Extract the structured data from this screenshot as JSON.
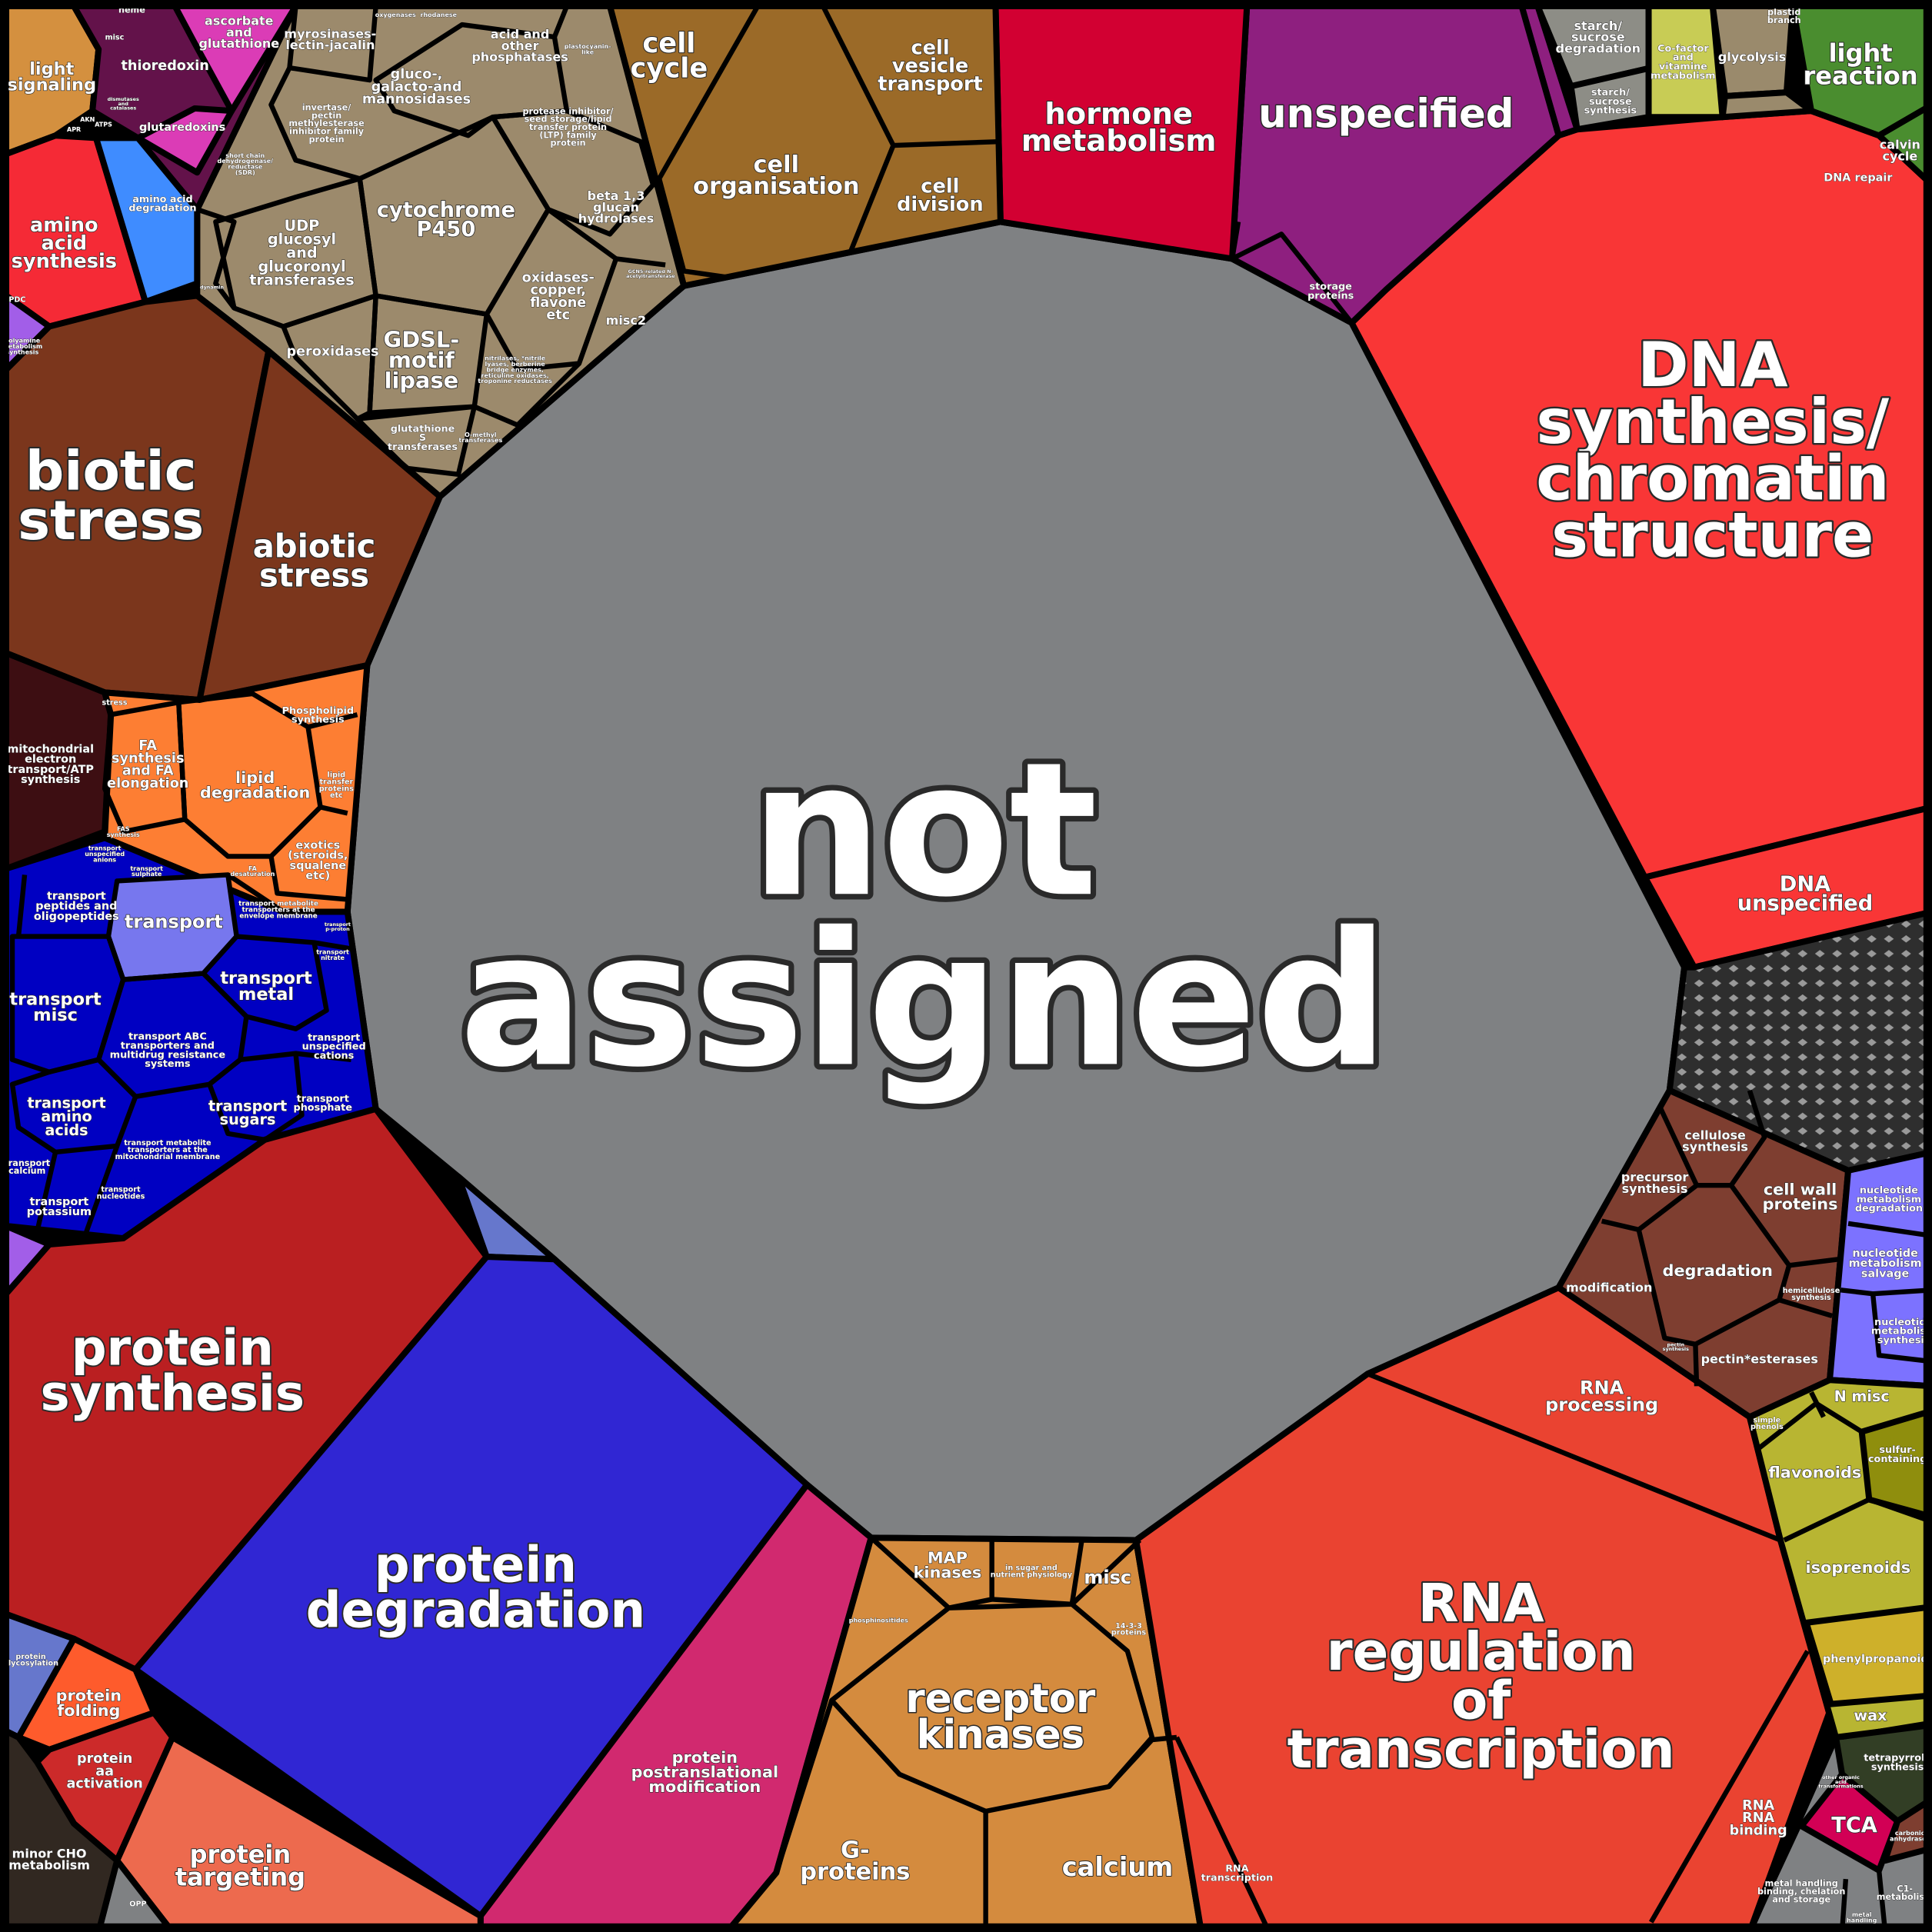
{
  "colors": {
    "not_assigned": "#7f8183",
    "dna": "#f93636",
    "hormone": "#d20032",
    "unspecified": "#8e1f7f",
    "cell": "#9b6a28",
    "misc_tan": "#9c8a6c",
    "stress": "#7b361c",
    "mito": "#3d0e12",
    "lipid": "#fd7e33",
    "transport": "#0000c2",
    "transport_light": "#7777ee",
    "protein_synthesis": "#ba1f21",
    "protein_degradation": "#3026d3",
    "ptm": "#d1296f",
    "protein_targeting": "#ed6a4e",
    "protein_folding": "#fe5b2c",
    "aa_activation": "#cc2a2a",
    "glycosylation": "#6677cc",
    "minor_cho": "#312821",
    "signalling": "#d48b3e",
    "rna": "#ea4331",
    "cell_wall": "#7e3e30",
    "nucleotide": "#7c72ff",
    "secondary": "#b8b532",
    "sulfur": "#8f8e0d",
    "phenylpropanoids": "#ceb02a",
    "tetrapyrrole": "#323e25",
    "tca": "#d20055",
    "metal": "#7f8183",
    "light_reaction": "#4a8d2f",
    "cofactor": "#c8cc55",
    "starch": "#8d8d86",
    "glycolysis": "#9a8a6c",
    "light_signaling": "#d4903f",
    "amino_acid": "#f52a36",
    "aa_degradation": "#3f8cff",
    "thioredoxin": "#63124a",
    "ascorbate": "#db3cb6",
    "polyamine": "#a25ee8",
    "hatched": "#2e2e2e"
  },
  "labels": {
    "not_assigned": [
      "not",
      "assigned"
    ],
    "dna_synthesis": [
      "DNA",
      "synthesis/",
      "chromatin",
      "structure"
    ],
    "dna_unspecified": [
      "DNA",
      "unspecified"
    ],
    "dna_repair": [
      "DNA repair"
    ],
    "hormone": [
      "hormone",
      "metabolism"
    ],
    "unspecified": [
      "unspecified"
    ],
    "storage_proteins": [
      "storage",
      "proteins"
    ],
    "light_reaction": [
      "light",
      "reaction"
    ],
    "calvin": [
      "calvin",
      "cycle"
    ],
    "glycolysis": [
      "glycolysis"
    ],
    "cofactor": [
      "Co-factor",
      "and",
      "vitamine",
      "metabolism"
    ],
    "starch_deg": [
      "starch/",
      "sucrose",
      "degradation"
    ],
    "starch_syn": [
      "starch/",
      "sucrose",
      "synthesis"
    ],
    "plastid_branch": [
      "plastid",
      "branch"
    ],
    "cell_cycle": [
      "cell",
      "cycle"
    ],
    "cell_organisation": [
      "cell",
      "organisation"
    ],
    "cell_vesicle": [
      "cell",
      "vesicle",
      "transport"
    ],
    "cell_division": [
      "cell",
      "division"
    ],
    "biotic": [
      "biotic",
      "stress"
    ],
    "abiotic": [
      "abiotic",
      "stress"
    ],
    "stress": [
      "stress"
    ],
    "cytochrome": [
      "cytochrome",
      "P450"
    ],
    "udp": [
      "UDP",
      "glucosyl",
      "and",
      "glucoronyl",
      "transferases"
    ],
    "gdsl": [
      "GDSL-",
      "motif",
      "lipase"
    ],
    "peroxidases": [
      "peroxidases"
    ],
    "gluco": [
      "gluco-,",
      "galacto-and",
      "mannosidases"
    ],
    "myrosinases": [
      "myrosinases-",
      "lectin-jacalin"
    ],
    "acid_phosphatases": [
      "acid and",
      "other",
      "phosphatases"
    ],
    "protease_inhibitor": [
      "protease inhibitor/",
      "seed storage/lipid",
      "transfer protein",
      "(LTP) family",
      "protein"
    ],
    "beta_glucan": [
      "beta 1,3",
      "glucan",
      "hydrolases"
    ],
    "oxidases": [
      "oxidases-",
      "copper,",
      "flavone",
      "etc"
    ],
    "misc2": [
      "misc2"
    ],
    "invertase": [
      "invertase/",
      "pectin",
      "methylesterase",
      "inhibitor family",
      "protein"
    ],
    "short_chain": [
      "short chain",
      "dehydrogenase/",
      "reductase",
      "(SDR)"
    ],
    "glutathione_s": [
      "glutathione",
      "S",
      "transferases"
    ],
    "nitrilases": [
      "nitrilases, *nitrile",
      "lyases, berberine",
      "bridge enzymes,",
      "reticuline oxidases,",
      "troponine reductases"
    ],
    "o_methyl": [
      "O-methyl",
      "transferases"
    ],
    "plastocyanin": [
      "plastocyanin-",
      "like"
    ],
    "dynamin": [
      "dynamin"
    ],
    "oxygenases": [
      "oxygenases"
    ],
    "rhodanese": [
      "rhodanese"
    ],
    "gcn5": [
      "GCN5-related N-",
      "acetyltransferase"
    ],
    "thioredoxin": [
      "thioredoxin"
    ],
    "ascorbate": [
      "ascorbate",
      "and",
      "glutathione"
    ],
    "glutaredoxins": [
      "glutaredoxins"
    ],
    "heme": [
      "heme"
    ],
    "redox_misc": [
      "misc"
    ],
    "dismutases": [
      "dismutases",
      "and",
      "catalases"
    ],
    "light_signaling": [
      "light",
      "signaling"
    ],
    "amino_acid_synthesis": [
      "amino",
      "acid",
      "synthesis"
    ],
    "amino_acid_degradation": [
      "amino acid",
      "degradation"
    ],
    "apr": [
      "APR"
    ],
    "akn": [
      "AKN"
    ],
    "atps": [
      "ATPS"
    ],
    "pdc": [
      "PDC"
    ],
    "polyamine": [
      "polyamine",
      "metabolism",
      "synthesis"
    ],
    "mito": [
      "mitochondrial",
      "electron",
      "transport/ATP",
      "synthesis"
    ],
    "fa_synthesis": [
      "FA",
      "synthesis",
      "and FA",
      "elongation"
    ],
    "lipid_degradation": [
      "lipid",
      "degradation"
    ],
    "phospholipid": [
      "Phospholipid",
      "synthesis"
    ],
    "exotics": [
      "exotics",
      "(steroids,",
      "squalene",
      "etc)"
    ],
    "lipid_transfer": [
      "lipid",
      "transfer",
      "proteins",
      "etc"
    ],
    "fa_desaturation": [
      "FA",
      "desaturation"
    ],
    "fas": [
      "FAS",
      "synthesis"
    ],
    "transport": [
      "transport"
    ],
    "transport_metal": [
      "transport",
      "metal"
    ],
    "transport_misc": [
      "transport",
      "misc"
    ],
    "transport_abc": [
      "transport ABC",
      "transporters and",
      "multidrug resistance",
      "systems"
    ],
    "transport_sugars": [
      "transport",
      "sugars"
    ],
    "transport_amino_acids": [
      "transport",
      "amino",
      "acids"
    ],
    "transport_peptides": [
      "transport",
      "peptides and",
      "oligopeptides"
    ],
    "transport_cations": [
      "transport",
      "unspecified",
      "cations"
    ],
    "transport_phosphate": [
      "transport",
      "phosphate"
    ],
    "transport_potassium": [
      "transport",
      "potassium"
    ],
    "transport_calcium": [
      "transport",
      "calcium"
    ],
    "transport_nucleotides": [
      "transport",
      "nucleotides"
    ],
    "transport_mito_membrane": [
      "transport metabolite",
      "transporters at the",
      "mitochondrial membrane"
    ],
    "transport_envelope": [
      "transport metabolite",
      "transporters at the",
      "envelope membrane"
    ],
    "transport_anions": [
      "transport",
      "unspecified",
      "anions"
    ],
    "transport_sulphate": [
      "transport",
      "sulphate"
    ],
    "transport_nitrate": [
      "transport",
      "nitrate"
    ],
    "transport_proton": [
      "transport",
      "p-proton"
    ],
    "protein_synthesis": [
      "protein",
      "synthesis"
    ],
    "protein_degradation": [
      "protein",
      "degradation"
    ],
    "ptm": [
      "protein",
      "postranslational",
      "modification"
    ],
    "protein_targeting": [
      "protein",
      "targeting"
    ],
    "protein_folding": [
      "protein",
      "folding"
    ],
    "aa_activation": [
      "protein",
      "aa",
      "activation"
    ],
    "glycosylation": [
      "protein",
      "glycosylation"
    ],
    "minor_cho": [
      "minor CHO",
      "metabolism"
    ],
    "opp": [
      "OPP"
    ],
    "receptor_kinases": [
      "receptor",
      "kinases"
    ],
    "g_proteins": [
      "G-",
      "proteins"
    ],
    "calcium": [
      "calcium"
    ],
    "map_kinases": [
      "MAP",
      "kinases"
    ],
    "signalling_misc": [
      "misc"
    ],
    "sugar_nutrient": [
      "in sugar and",
      "nutrient physiology"
    ],
    "fourteen_three_three": [
      "14-3-3",
      "proteins"
    ],
    "phosphinositides": [
      "phosphinositides"
    ],
    "rna_regulation": [
      "RNA",
      "regulation",
      "of",
      "transcription"
    ],
    "rna_processing": [
      "RNA",
      "processing"
    ],
    "rna_binding": [
      "RNA",
      "RNA",
      "binding"
    ],
    "rna_transcription": [
      "RNA",
      "transcription"
    ],
    "cellulose": [
      "cellulose",
      "synthesis"
    ],
    "precursor": [
      "precursor",
      "synthesis"
    ],
    "cell_wall_proteins": [
      "cell wall",
      "proteins"
    ],
    "cw_degradation": [
      "degradation"
    ],
    "cw_modification": [
      "modification"
    ],
    "hemicellulose": [
      "hemicellulose",
      "synthesis"
    ],
    "pectinesterases": [
      "pectin*esterases"
    ],
    "pectin_synthesis": [
      "pectin",
      "synthesis"
    ],
    "nucleotide_degradation": [
      "nucleotide",
      "metabolism",
      "degradation"
    ],
    "nucleotide_salvage": [
      "nucleotide",
      "metabolism",
      "salvage"
    ],
    "nucleotide_synthesis": [
      "nucleotide",
      "metabolism",
      "synthesis"
    ],
    "n_misc": [
      "N misc"
    ],
    "simple_phenols": [
      "simple",
      "phenols"
    ],
    "sulfur": [
      "sulfur-",
      "containing"
    ],
    "flavonoids": [
      "flavonoids"
    ],
    "isoprenoids": [
      "isoprenoids"
    ],
    "phenylpropanoids": [
      "phenylpropanoids"
    ],
    "wax": [
      "wax"
    ],
    "tetrapyrrole": [
      "tetrapyrrole",
      "synthesis"
    ],
    "tca": [
      "TCA"
    ],
    "organic_acid": [
      "other organic",
      "acid",
      "transformations"
    ],
    "carbonic": [
      "carbonic",
      "anhydrases"
    ],
    "metal_handling": [
      "metal handling",
      "binding, chelation",
      "and storage"
    ],
    "metal_handling2": [
      "metal",
      "handling"
    ],
    "c1": [
      "C1-",
      "metabolism"
    ]
  }
}
